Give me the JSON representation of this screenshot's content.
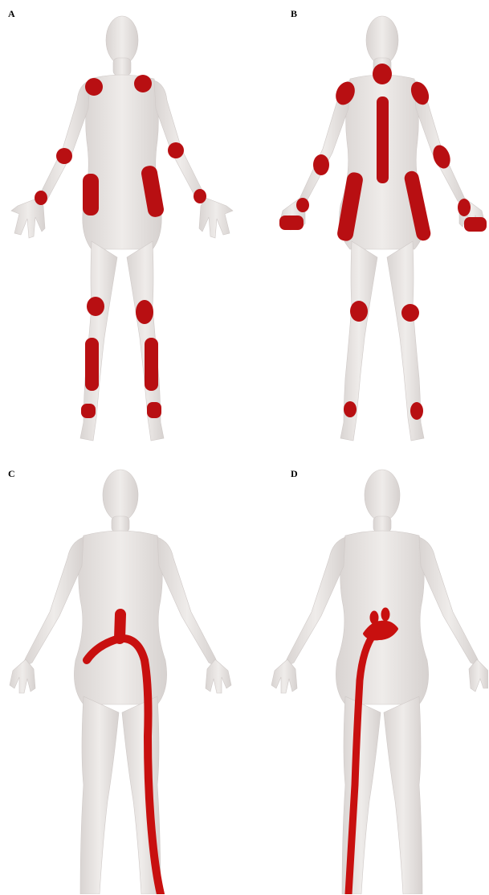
{
  "panels": [
    {
      "id": "A",
      "label": "A",
      "view": "front",
      "marker_color": "#b80f12"
    },
    {
      "id": "B",
      "label": "B",
      "view": "back",
      "marker_color": "#b80f12"
    },
    {
      "id": "C",
      "label": "C",
      "view": "back",
      "marker_color": "#c8100f"
    },
    {
      "id": "D",
      "label": "D",
      "view": "back",
      "marker_color": "#c8100f"
    }
  ],
  "colors": {
    "skin": "#e9e6e5",
    "skin_shade": "#d7d2d0",
    "marker": "#b80f12",
    "background": "#ffffff"
  }
}
